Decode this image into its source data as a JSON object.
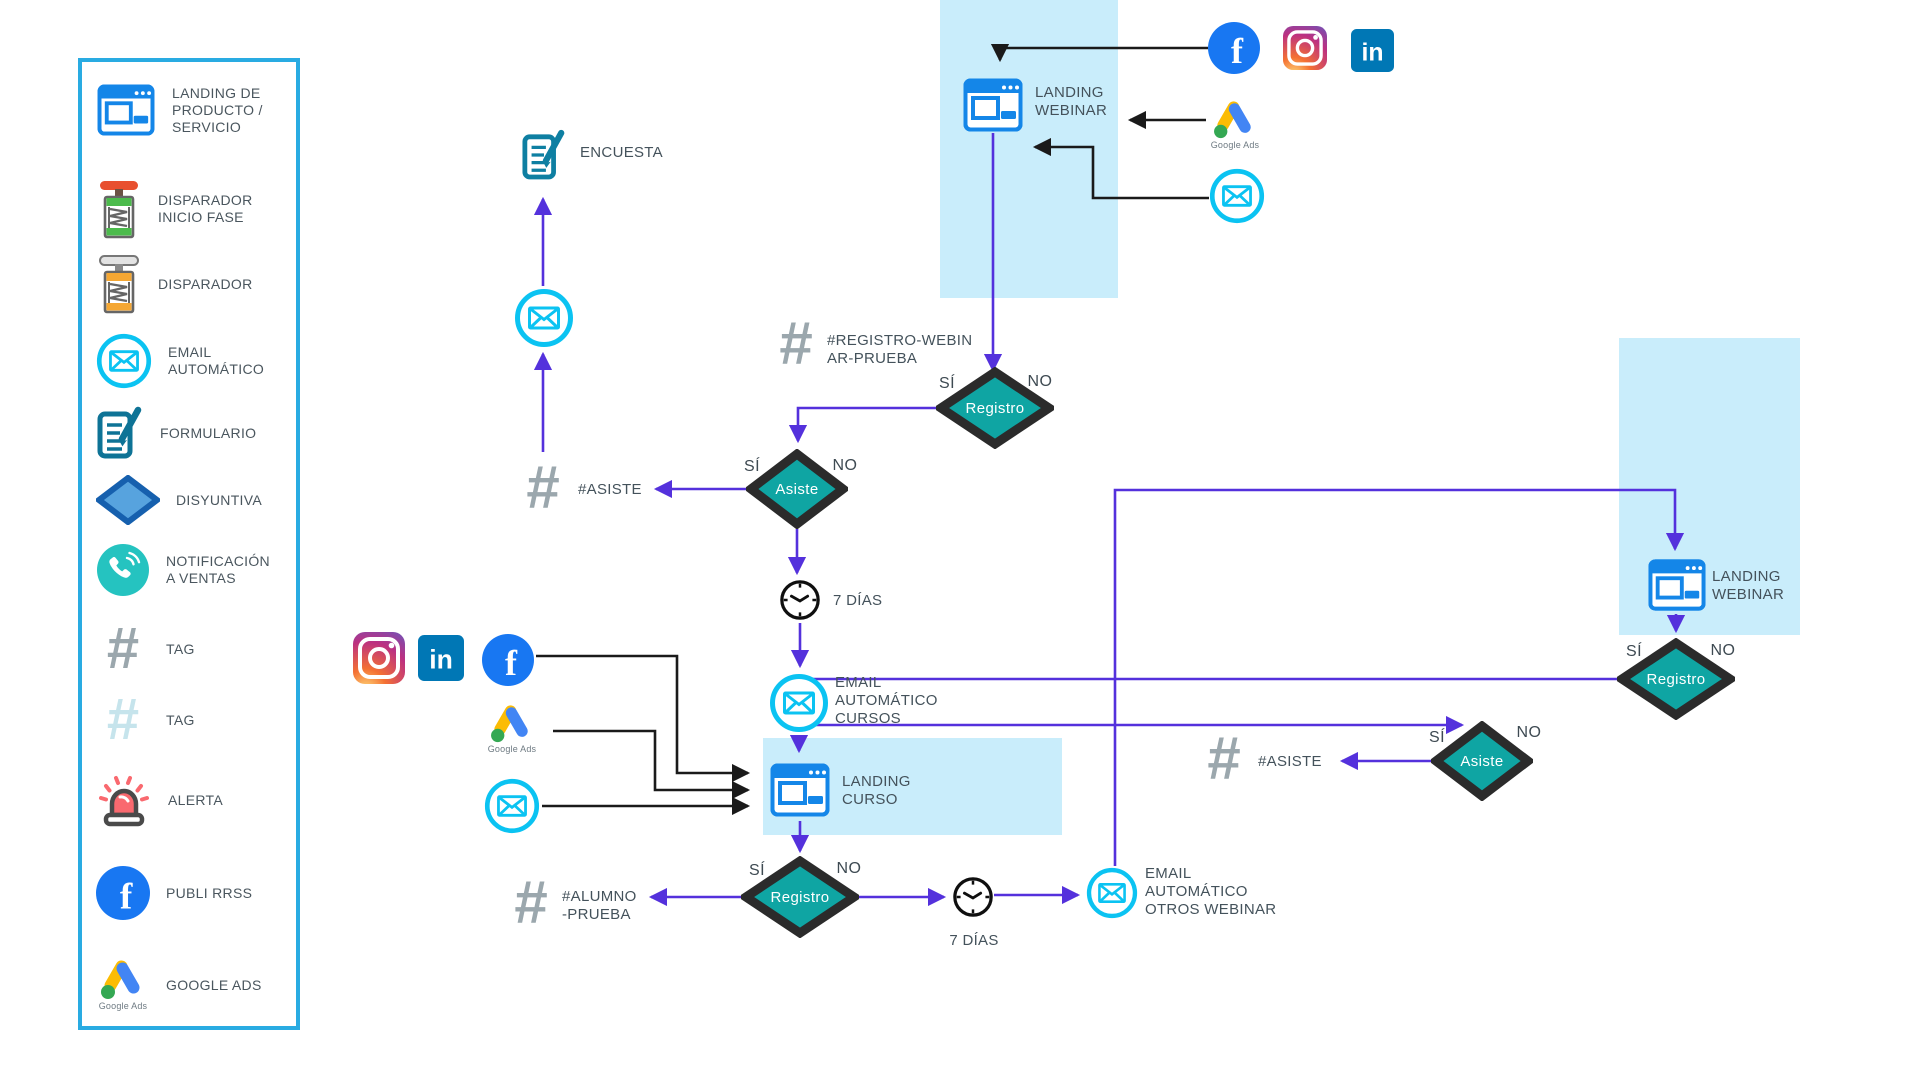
{
  "colors": {
    "purple_wire": "#5431DC",
    "black_wire": "#1A1A1A",
    "diamond_teal": "#0FA5A3",
    "diamond_border": "#2B2B2B",
    "cyan_email": "#0BC3F2",
    "landing_blue": "#1486E8",
    "highlight_box": "#C9EDFB",
    "legend_border": "#29ABE2",
    "tag_gray": "#9BA7AD",
    "tag_light": "#C6E4EC",
    "text": "#44525B"
  },
  "icons": {
    "facebook_glyph": "f",
    "linkedin_glyph": "in"
  },
  "google_ads_caption": "Google Ads",
  "legend": {
    "items": [
      {
        "label": "LANDING DE\nPRODUCTO /\nSERVICIO",
        "icon": "landing"
      },
      {
        "label": "DISPARADOR\nINICIO FASE",
        "icon": "detonator-phase"
      },
      {
        "label": "DISPARADOR",
        "icon": "detonator"
      },
      {
        "label": "EMAIL\nAUTOMÁTICO",
        "icon": "email"
      },
      {
        "label": "FORMULARIO",
        "icon": "form"
      },
      {
        "label": "DISYUNTIVA",
        "icon": "disjunction"
      },
      {
        "label": "NOTIFICACIÓN\nA VENTAS",
        "icon": "phone"
      },
      {
        "label": "TAG",
        "icon": "hash"
      },
      {
        "label": "TAG",
        "icon": "hash-light"
      },
      {
        "label": "ALERTA",
        "icon": "alert"
      },
      {
        "label": "PUBLI RRSS",
        "icon": "facebook"
      },
      {
        "label": "GOOGLE ADS",
        "icon": "google-ads"
      }
    ]
  },
  "nodes": {
    "landing_webinar_top": {
      "label": "LANDING\nWEBINAR"
    },
    "encuesta": {
      "label": "ENCUESTA"
    },
    "tag_registro_webinar": {
      "label": "#REGISTRO-WEBIN\nAR-PRUEBA"
    },
    "tag_asiste_left": {
      "label": "#ASISTE"
    },
    "clock_top": {
      "label": "7 DÍAS"
    },
    "email_cursos": {
      "label": "EMAIL\nAUTOMÁTICO\nCURSOS"
    },
    "landing_curso": {
      "label": "LANDING\nCURSO"
    },
    "tag_alumno": {
      "label": "#ALUMNO\n-PRUEBA"
    },
    "clock_bottom": {
      "label": "7 DÍAS"
    },
    "email_otros": {
      "label": "EMAIL\nAUTOMÁTICO\nOTROS WEBINAR"
    },
    "landing_webinar_right": {
      "label": "LANDING\nWEBINAR"
    },
    "tag_asiste_right": {
      "label": "#ASISTE"
    }
  },
  "decisions": {
    "registro_top": {
      "label": "Registro",
      "yes": "SÍ",
      "no": "NO"
    },
    "asiste_left": {
      "label": "Asiste",
      "yes": "SÍ",
      "no": "NO"
    },
    "registro_curso": {
      "label": "Registro",
      "yes": "SÍ",
      "no": "NO"
    },
    "registro_right": {
      "label": "Registro",
      "yes": "SÍ",
      "no": "NO"
    },
    "asiste_right": {
      "label": "Asiste",
      "yes": "SÍ",
      "no": "NO"
    }
  }
}
